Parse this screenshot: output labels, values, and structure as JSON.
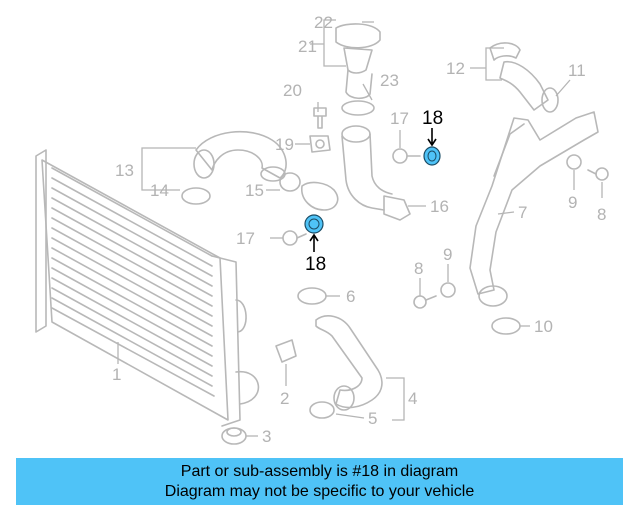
{
  "diagram": {
    "callouts": {
      "p1": "1",
      "p2": "2",
      "p3": "3",
      "p4": "4",
      "p5": "5",
      "p6": "6",
      "p7": "7",
      "p8a": "8",
      "p8b": "8",
      "p9a": "9",
      "p9b": "9",
      "p10": "10",
      "p11": "11",
      "p12": "12",
      "p13": "13",
      "p14": "14",
      "p15": "15",
      "p16": "16",
      "p17a": "17",
      "p17b": "17",
      "p18a": "18",
      "p18b": "18",
      "p19": "19",
      "p20": "20",
      "p21": "21",
      "p22": "22",
      "p23": "23"
    },
    "highlight_color": "#4fc3f7"
  },
  "banner": {
    "line1": "Part or sub-assembly is #18 in diagram",
    "line2": "Diagram may not be specific to your vehicle",
    "background": "#4fc3f7"
  }
}
